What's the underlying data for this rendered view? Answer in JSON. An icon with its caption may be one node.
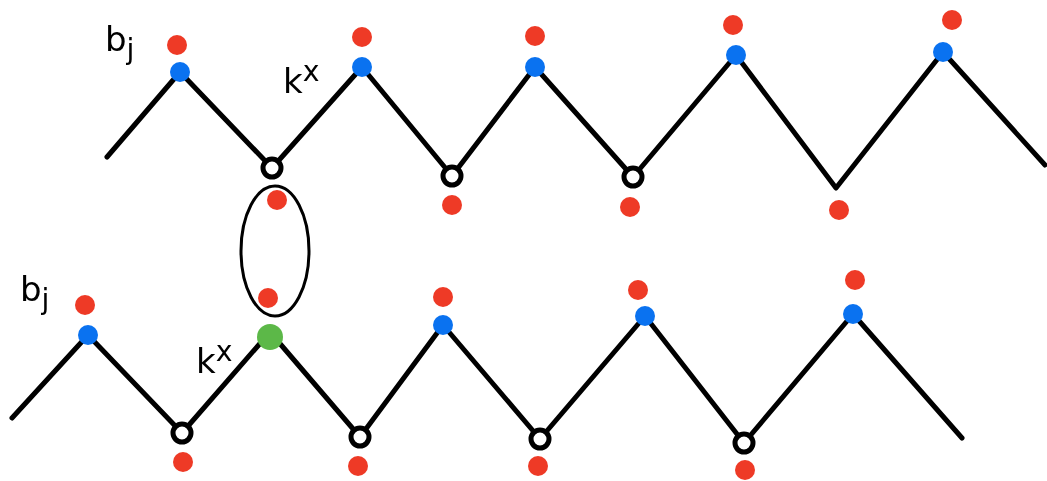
{
  "diagram": {
    "labels": [
      "b$_{j}$",
      "k$^{x}$",
      "b$_{j}$",
      "k$^{x}$"
    ]
  }
}
